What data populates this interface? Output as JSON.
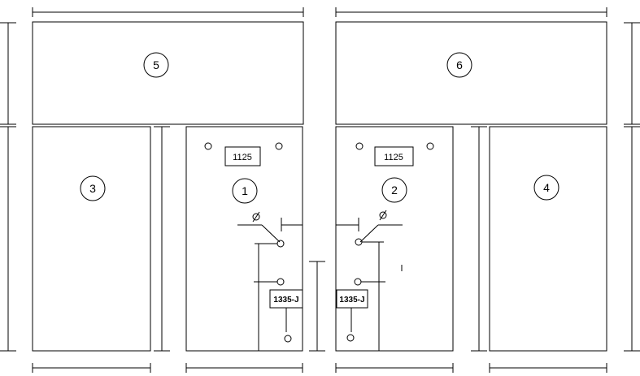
{
  "panels": [
    {
      "number": "5"
    },
    {
      "number": "6"
    },
    {
      "number": "3"
    },
    {
      "number": "1",
      "plate_label": "1125",
      "tag_label": "1335-J"
    },
    {
      "number": "2",
      "plate_label": "1125",
      "tag_label": "1335-J"
    },
    {
      "number": "4"
    }
  ]
}
